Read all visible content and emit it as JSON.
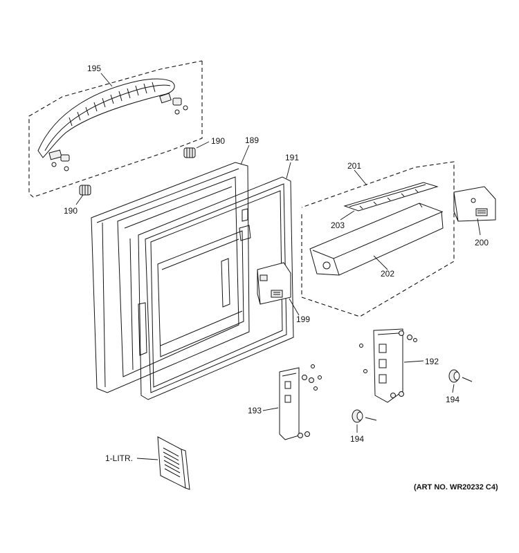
{
  "labels": {
    "handle": "195",
    "handle_cap_top": "190",
    "handle_cap_bottom": "190",
    "door": "189",
    "gasket": "191",
    "bin_cover": "201",
    "bin_divider": "203",
    "door_bin": "202",
    "bin_end_cap_right": "200",
    "bin_end_cap_left": "199",
    "hinge_bracket_right": "192",
    "hinge_bracket_left": "193",
    "bushing_right": "194",
    "bushing_left": "194",
    "literature": "1-LITR."
  },
  "art_number": "(ART NO. WR20232 C4)"
}
